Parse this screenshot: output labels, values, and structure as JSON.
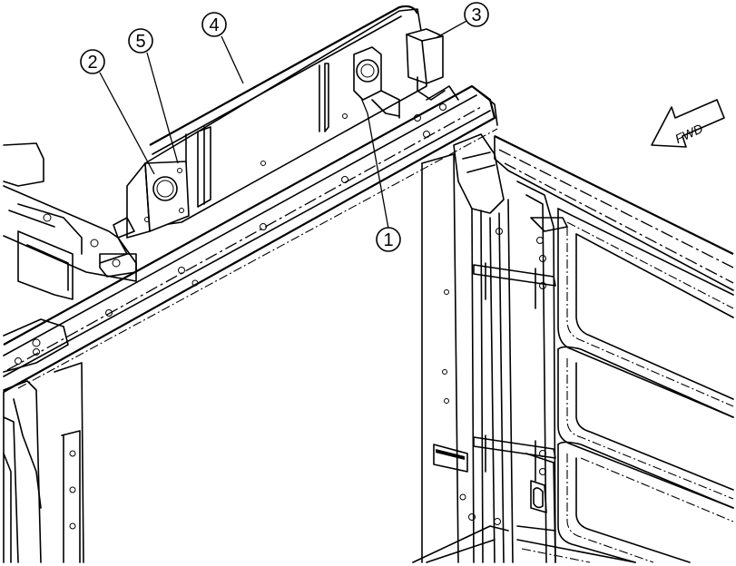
{
  "callouts": [
    {
      "id": "1",
      "label": "1"
    },
    {
      "id": "2",
      "label": "2"
    },
    {
      "id": "3",
      "label": "3"
    },
    {
      "id": "4",
      "label": "4"
    },
    {
      "id": "5",
      "label": "5"
    }
  ],
  "direction_arrow": {
    "label": "FWD",
    "icon": "forward-arrow-icon"
  }
}
